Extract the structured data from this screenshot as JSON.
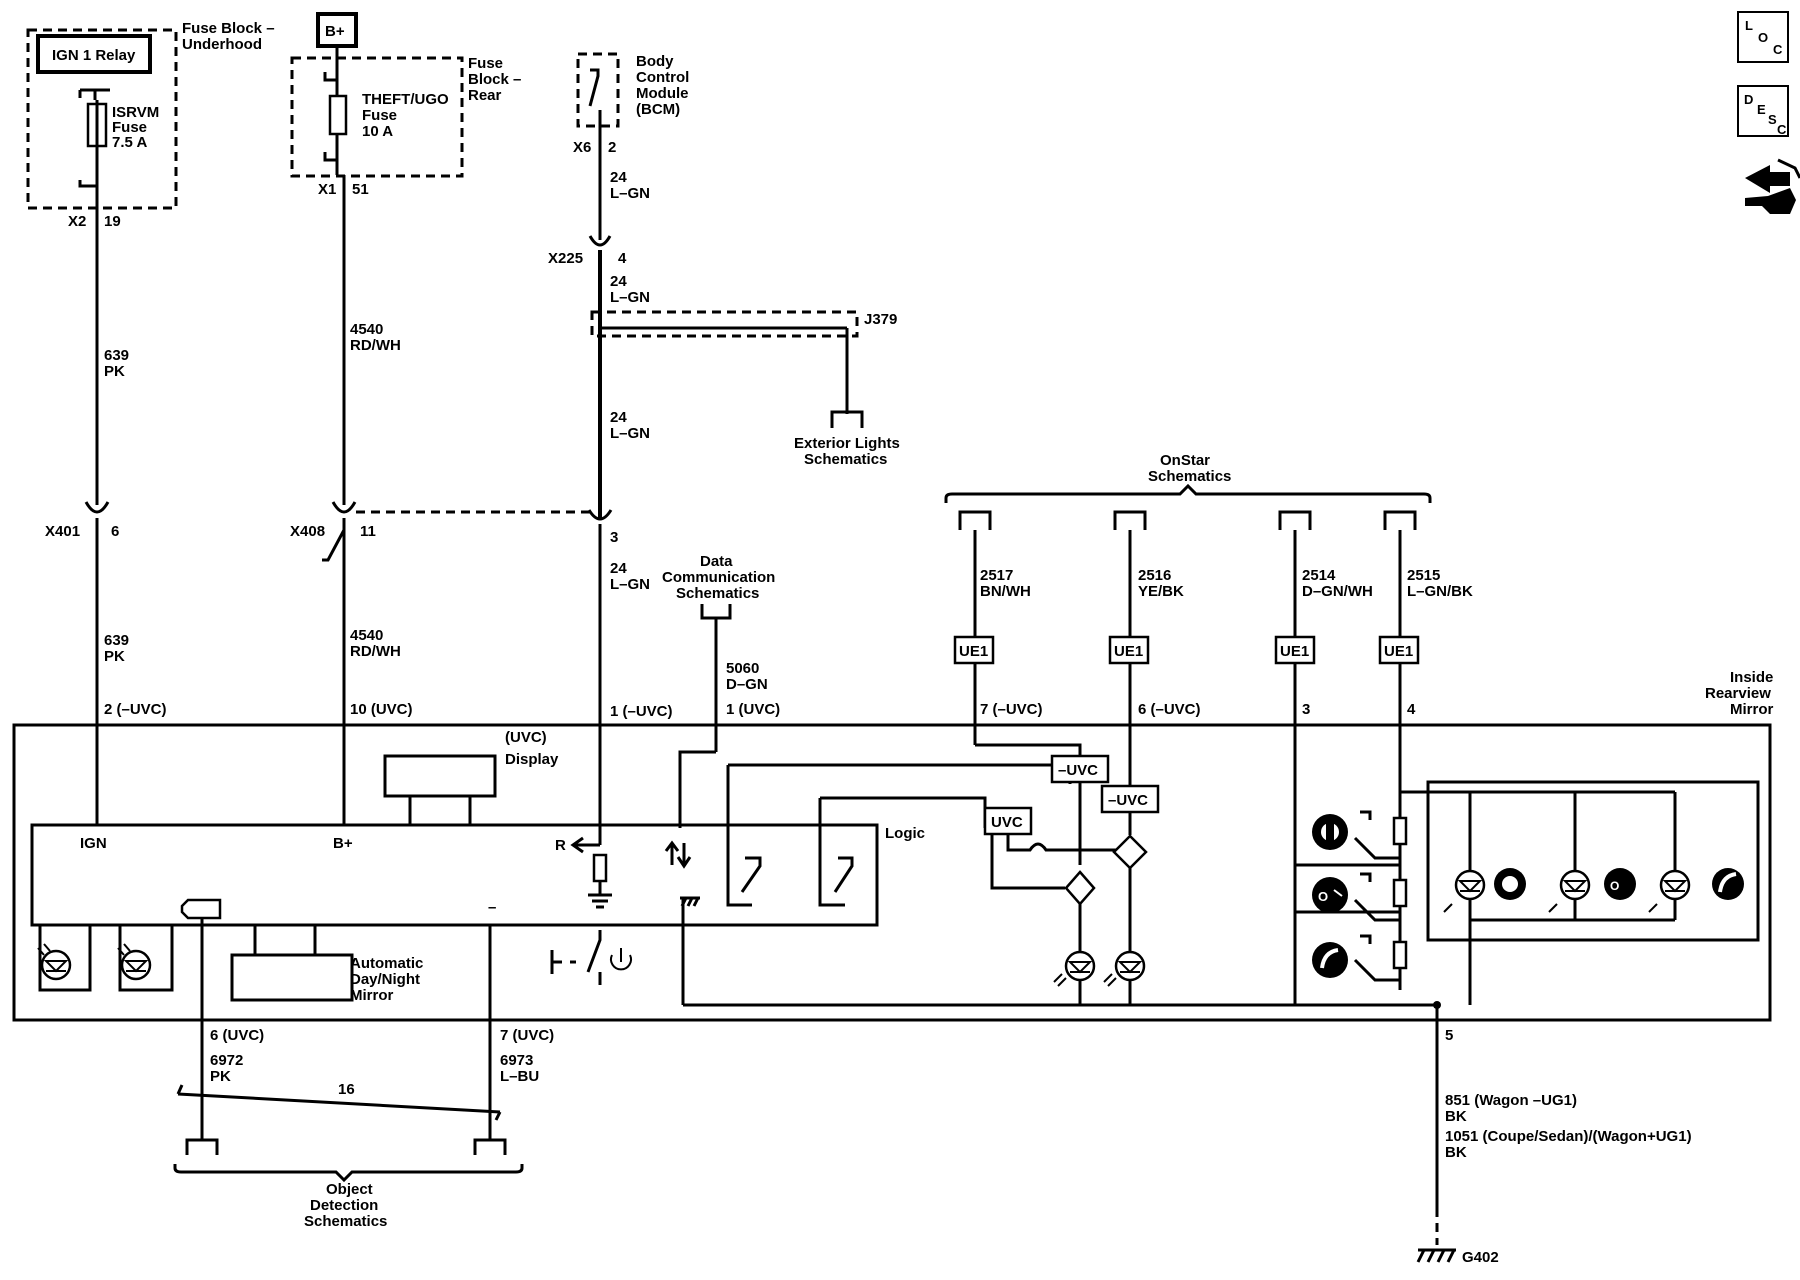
{
  "nav_icons": {
    "loc_label": "LOC",
    "desc_label": "DESC",
    "connector_icon": "connector-end-view-icon"
  },
  "top": {
    "ign_relay": "IGN 1 Relay",
    "fuse_block_underhood": [
      "Fuse Block –",
      "Underhood"
    ],
    "isrvm_fuse": [
      "ISRVM",
      "Fuse",
      "7.5 A"
    ],
    "x2": "X2",
    "x2_pin": "19",
    "b_plus_box": "B+",
    "fuse_block_rear": [
      "Fuse",
      "Block –",
      "Rear"
    ],
    "theft_fuse": [
      "THEFT/UGO",
      "Fuse",
      "10 A"
    ],
    "x1": "X1",
    "x1_pin": "51",
    "bcm": [
      "Body",
      "Control",
      "Module",
      "(BCM)"
    ],
    "x6": "X6",
    "x6_pin": "2",
    "x225": "X225",
    "x225_pin": "4",
    "j379": "J379",
    "ext_lights": [
      "Exterior Lights",
      "Schematics"
    ]
  },
  "wires": {
    "w639_upper": [
      "639",
      "PK"
    ],
    "w4540_upper": [
      "4540",
      "RD/WH"
    ],
    "w24_a": [
      "24",
      "L–GN"
    ],
    "w24_b": [
      "24",
      "L–GN"
    ],
    "w24_c": [
      "24",
      "L–GN"
    ],
    "w24_d": [
      "24",
      "L–GN"
    ],
    "w639_lower": [
      "639",
      "PK"
    ],
    "w4540_lower": [
      "4540",
      "RD/WH"
    ],
    "w5060": [
      "5060",
      "D–GN"
    ],
    "w2517": [
      "2517",
      "BN/WH"
    ],
    "w2516": [
      "2516",
      "YE/BK"
    ],
    "w2514": [
      "2514",
      "D–GN/WH"
    ],
    "w2515": [
      "2515",
      "L–GN/BK"
    ],
    "w6972": [
      "6972",
      "PK"
    ],
    "w6973": [
      "6973",
      "L–BU"
    ],
    "ground_wire": [
      "851 (Wagon –UG1)",
      "BK",
      "1051 (Coupe/Sedan)/(Wagon+UG1)",
      "BK"
    ]
  },
  "connectors": {
    "x401": "X401",
    "x401_pin": "6",
    "x408": "X408",
    "x408_pin": "11",
    "x_bcm_pin": "3"
  },
  "onstar": {
    "title": [
      "OnStar",
      "Schematics"
    ],
    "ue1": "UE1"
  },
  "data_comm": [
    "Data",
    "Communication",
    "Schematics"
  ],
  "mirror_pins": {
    "p2": "2 (–UVC)",
    "p10": "10 (UVC)",
    "p1a": "1 (–UVC)",
    "p1b": "1 (UVC)",
    "p7": "7 (–UVC)",
    "p6": "6 (–UVC)",
    "p3": "3",
    "p4": "4",
    "p6b": "6 (UVC)",
    "p7b": "7 (UVC)",
    "p5": "5"
  },
  "mirror": {
    "title": [
      "Inside",
      "Rearview",
      "Mirror"
    ],
    "display": [
      "(UVC)",
      "Display"
    ],
    "logic": "Logic",
    "ign": "IGN",
    "bplus": "B+",
    "r": "R",
    "minus": "–",
    "uvc": "UVC",
    "neg_uvc": "–UVC",
    "auto_dimming": [
      "Automatic",
      "Day/Night",
      "Mirror"
    ]
  },
  "object_detection": {
    "title": [
      "Object",
      "Detection",
      "Schematics"
    ],
    "pin16": "16"
  },
  "ground": "G402"
}
